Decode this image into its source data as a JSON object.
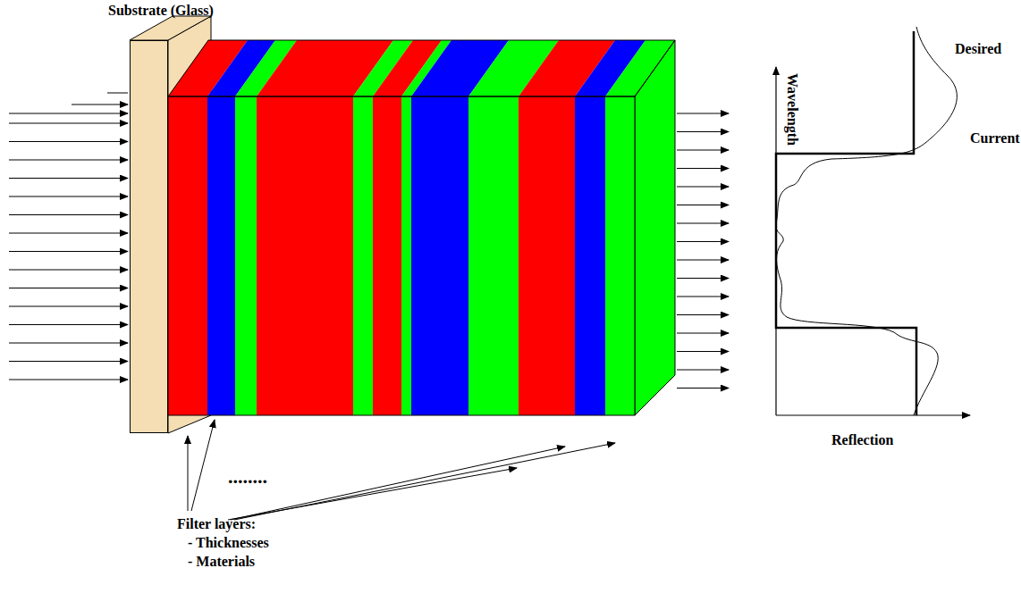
{
  "diagram": {
    "nodes": [
      {
        "text": [
          "Substrate (Glass)"
        ]
      }
    ],
    "labels": [
      "Wavelength",
      "Desired",
      "Current",
      "Reflection",
      "........",
      "Filter layers:",
      "- Thicknesses",
      "- Materials"
    ]
  }
}
